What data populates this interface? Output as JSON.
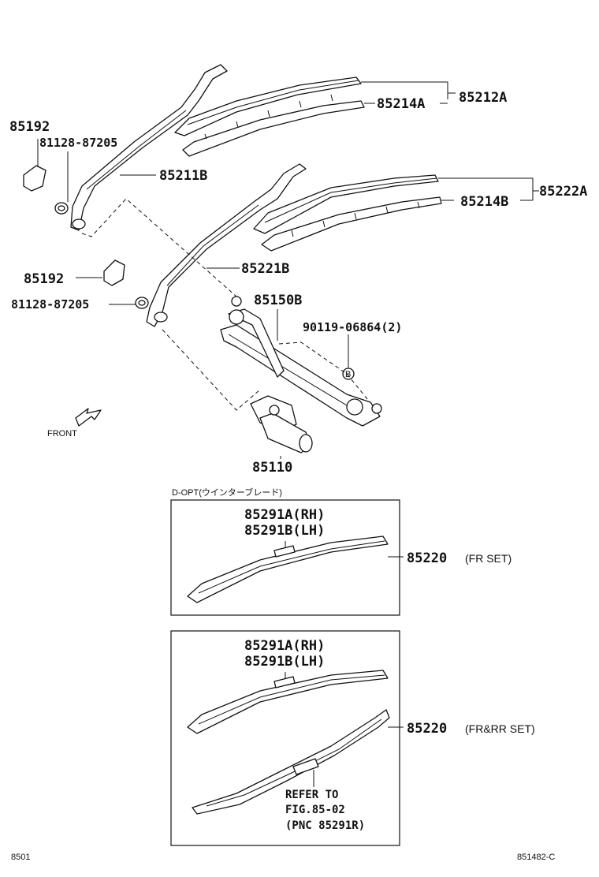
{
  "parts": {
    "p85212A": "85212A",
    "p85214A": "85214A",
    "p85192_top": "85192",
    "p81128_top": "81128-87205",
    "p85211B": "85211B",
    "p85222A": "85222A",
    "p85214B": "85214B",
    "p85192_mid": "85192",
    "p85221B": "85221B",
    "p81128_mid": "81128-87205",
    "p85150B": "85150B",
    "p90119": "90119-06864(2)",
    "callout_b": "B",
    "p85110": "85110",
    "front": "FRONT"
  },
  "option_header": "D-OPT(ウインターブレード)",
  "box1": {
    "label_rh": "85291A(RH)",
    "label_lh": "85291B(LH)",
    "part": "85220",
    "set": "(FR SET)"
  },
  "box2": {
    "label_rh": "85291A(RH)",
    "label_lh": "85291B(LH)",
    "part": "85220",
    "set": "(FR&RR SET)",
    "refer_1": "REFER TO",
    "refer_2": "FIG.85-02",
    "refer_3": "(PNC 85291R)"
  },
  "footer": {
    "left": "8501",
    "right": "851482-C"
  }
}
